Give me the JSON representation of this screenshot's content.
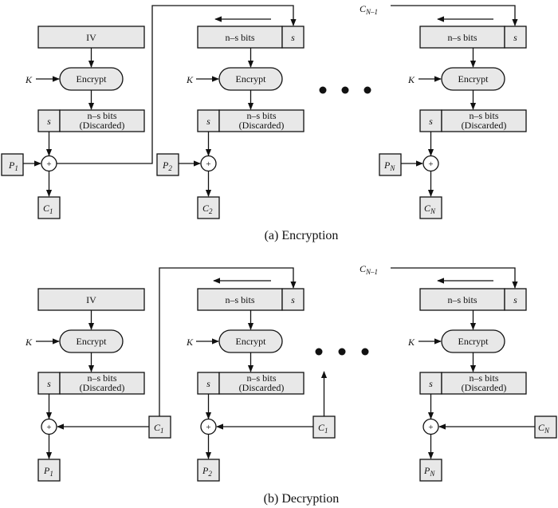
{
  "encryption": {
    "caption": "(a) Encryption",
    "stages": [
      {
        "reg_top": "IV",
        "key": "K",
        "cipher": "Encrypt",
        "reg_s": "s",
        "reg_rest_1": "n–s bits",
        "reg_rest_2": "(Discarded)",
        "xor": "+",
        "input": "P",
        "input_sub": "1",
        "output": "C",
        "output_sub": "1"
      },
      {
        "reg_top_a": "n–s bits",
        "reg_top_b": "s",
        "key": "K",
        "cipher": "Encrypt",
        "reg_s": "s",
        "reg_rest_1": "n–s bits",
        "reg_rest_2": "(Discarded)",
        "xor": "+",
        "input": "P",
        "input_sub": "2",
        "output": "C",
        "output_sub": "2"
      },
      {
        "feedback": "C",
        "feedback_sub": "N–1",
        "reg_top_a": "n–s bits",
        "reg_top_b": "s",
        "key": "K",
        "cipher": "Encrypt",
        "reg_s": "s",
        "reg_rest_1": "n–s bits",
        "reg_rest_2": "(Discarded)",
        "xor": "+",
        "input": "P",
        "input_sub": "N",
        "output": "C",
        "output_sub": "N"
      }
    ]
  },
  "decryption": {
    "caption": "(b) Decryption",
    "stages": [
      {
        "reg_top": "IV",
        "key": "K",
        "cipher": "Encrypt",
        "reg_s": "s",
        "reg_rest_1": "n–s bits",
        "reg_rest_2": "(Discarded)",
        "xor": "+",
        "input": "C",
        "input_sub": "1",
        "output": "P",
        "output_sub": "1"
      },
      {
        "reg_top_a": "n–s bits",
        "reg_top_b": "s",
        "key": "K",
        "cipher": "Encrypt",
        "reg_s": "s",
        "reg_rest_1": "n–s bits",
        "reg_rest_2": "(Discarded)",
        "xor": "+",
        "input": "C",
        "input_sub": "1",
        "output": "P",
        "output_sub": "2"
      },
      {
        "feedback": "C",
        "feedback_sub": "N–1",
        "reg_top_a": "n–s bits",
        "reg_top_b": "s",
        "key": "K",
        "cipher": "Encrypt",
        "reg_s": "s",
        "reg_rest_1": "n–s bits",
        "reg_rest_2": "(Discarded)",
        "xor": "+",
        "input": "C",
        "input_sub": "N",
        "output": "P",
        "output_sub": "N"
      }
    ]
  }
}
